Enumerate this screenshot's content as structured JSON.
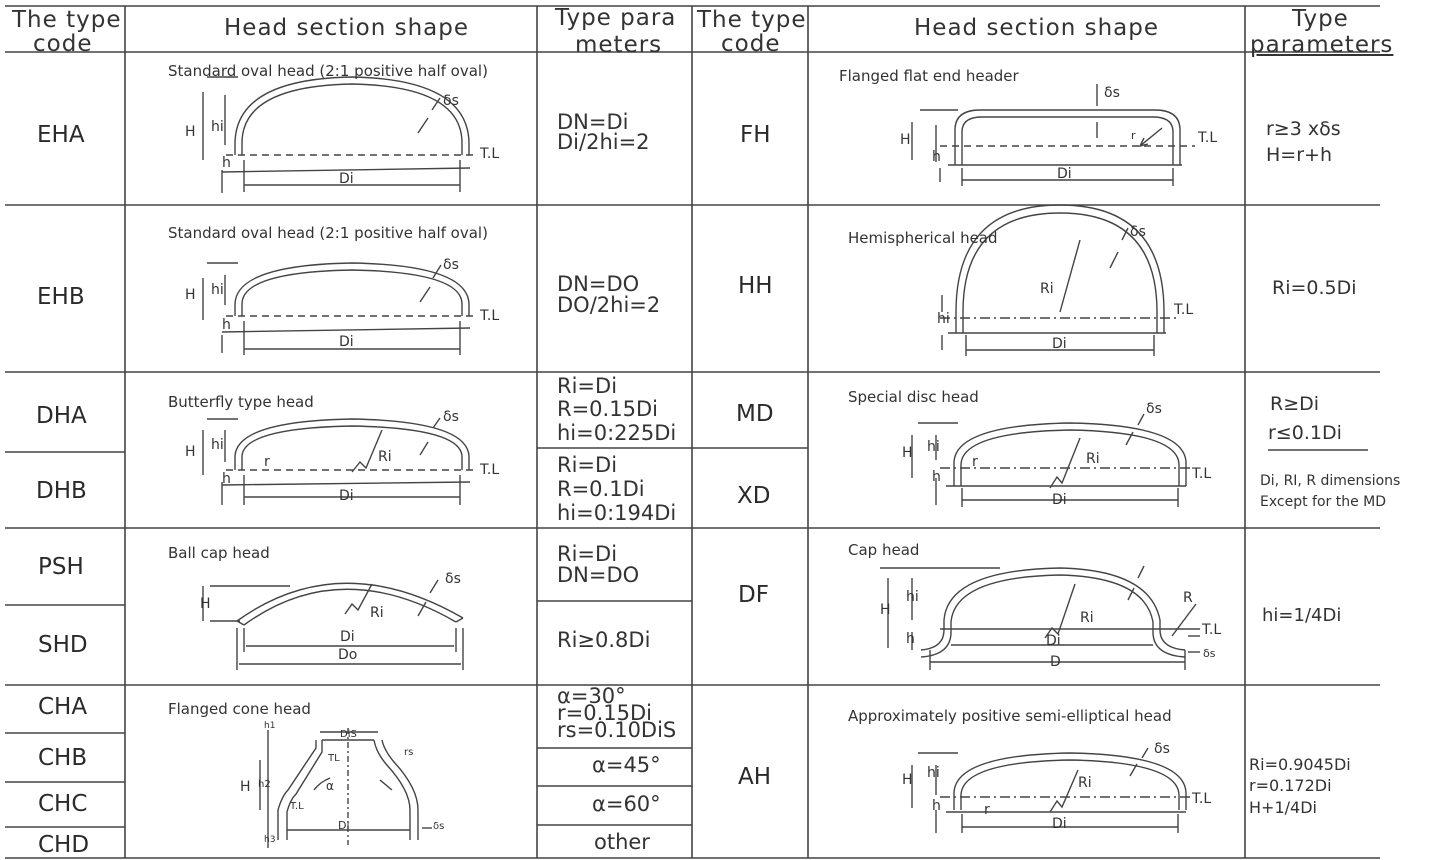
{
  "headers": {
    "left_code": [
      "The type",
      "code"
    ],
    "left_shape": "Head section shape",
    "left_params": [
      "Type para",
      "meters"
    ],
    "right_code": [
      "The type",
      "code"
    ],
    "right_shape": "Head section shape",
    "right_params": [
      "Type",
      "parameters"
    ]
  },
  "left_rows": {
    "r1": {
      "code": "EHA",
      "caption": "Standard oval head (2:1 positive half oval)",
      "params": [
        "DN=Di",
        "Di/2hi=2"
      ]
    },
    "r2": {
      "code": "EHB",
      "caption": "Standard oval head (2:1 positive half oval)",
      "params": [
        "DN=DO",
        "DO/2hi=2"
      ]
    },
    "r3": {
      "codes": [
        "DHA",
        "DHB"
      ],
      "caption": "Butterfly type head",
      "params_a": [
        "Ri=Di",
        "R=0.15Di",
        "hi=0:225Di"
      ],
      "params_b": [
        "Ri=Di",
        "R=0.1Di",
        "hi=0:194Di"
      ]
    },
    "r4": {
      "codes": [
        "PSH",
        "SHD"
      ],
      "caption": "Ball cap head",
      "params_a": [
        "Ri=Di",
        "DN=DO"
      ],
      "params_b": [
        "Ri≥0.8Di"
      ]
    },
    "r5": {
      "codes": [
        "CHA",
        "CHB",
        "CHC",
        "CHD"
      ],
      "caption": "Flanged cone head",
      "params_a": [
        "α=30°",
        "r=0.15Di",
        "rs=0.10DiS"
      ],
      "params_b": [
        "α=45°"
      ],
      "params_c": [
        "α=60°"
      ],
      "params_d": [
        "other"
      ]
    }
  },
  "right_rows": {
    "r1": {
      "code": "FH",
      "caption": "Flanged flat end header",
      "params": [
        "r≥3 xδs",
        "H=r+h"
      ]
    },
    "r2": {
      "code": "HH",
      "caption": "Hemispherical head",
      "params": [
        "Ri=0.5Di"
      ]
    },
    "r3": {
      "codes": [
        "MD",
        "XD"
      ],
      "caption": "Special disc head",
      "params": [
        "R≥Di",
        "r≤0.1Di"
      ],
      "note": [
        "Di, RI, R dimensions",
        "Except for the MD"
      ]
    },
    "r4": {
      "code": "DF",
      "caption": "Cap head",
      "params": [
        "hi=1/4Di"
      ]
    },
    "r5": {
      "code": "AH",
      "caption": "Approximately positive semi-elliptical head",
      "params": [
        "Ri=0.9045Di",
        "r=0.172Di",
        "H+1/4Di"
      ]
    }
  },
  "drawing_labels": {
    "H": "H",
    "hi": "hi",
    "h": "h",
    "Di": "Di",
    "Do": "Do",
    "TL": "T.L",
    "TL2": "TL",
    "delta": "δs",
    "Ri": "Ri",
    "r": "r",
    "R": "R",
    "D": "D",
    "DiS": "DiS",
    "rs": "rs",
    "alpha": "α",
    "h2": "h2",
    "h3": "h3",
    "h1": "h1"
  }
}
